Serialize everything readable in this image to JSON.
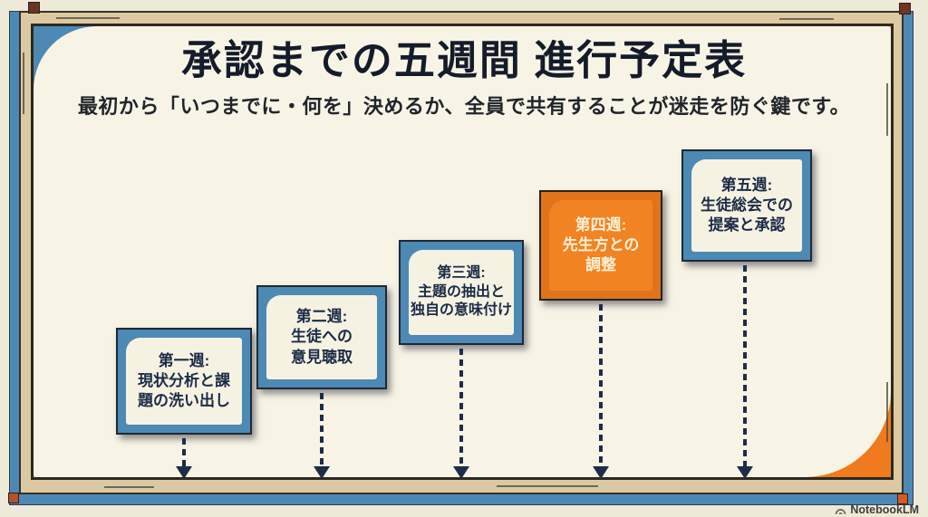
{
  "header": {
    "title": "承認までの五週間 進行予定表",
    "subtitle": "最初から「いつまでに・何を」決めるか、全員で共有することが迷走を防ぐ鍵です。"
  },
  "steps": [
    {
      "id": "week-1",
      "highlighted": false,
      "lines": [
        "第一週:",
        "現状分析と課",
        "題の洗い出し"
      ]
    },
    {
      "id": "week-2",
      "highlighted": false,
      "lines": [
        "第二週:",
        "生徒への",
        "意見聴取"
      ]
    },
    {
      "id": "week-3",
      "highlighted": false,
      "lines": [
        "第三週:",
        "主題の抽出と",
        "独自の意味付け"
      ]
    },
    {
      "id": "week-4",
      "highlighted": true,
      "lines": [
        "第四週:",
        "先生方との",
        "調整"
      ]
    },
    {
      "id": "week-5",
      "highlighted": false,
      "lines": [
        "第五週:",
        "生徒総会での",
        "提案と承認"
      ]
    }
  ],
  "colors": {
    "background_cream": "#f8f4e5",
    "frame_tan": "#ddc9a1",
    "accent_blue": "#4c89b4",
    "accent_orange": "#f28322",
    "text_navy": "#1b2b47",
    "arrow_navy": "#1d2c49"
  },
  "footer": {
    "watermark": "NotebookLM"
  }
}
